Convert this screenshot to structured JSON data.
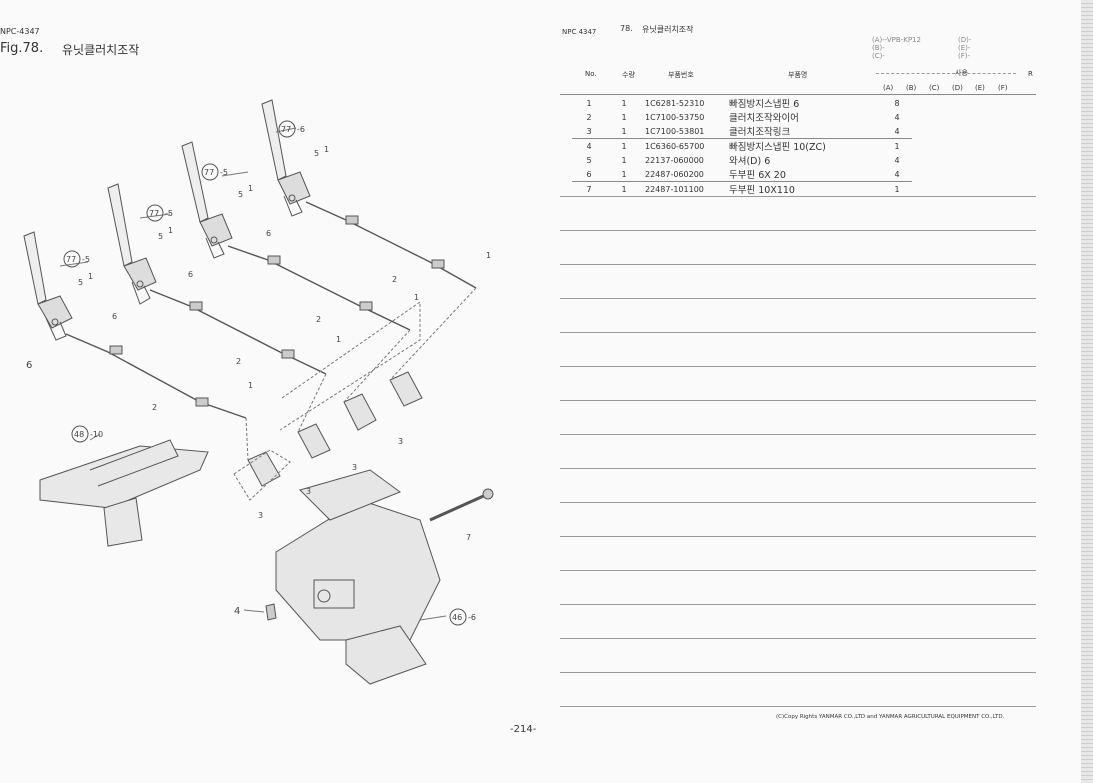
{
  "left_page": {
    "header_code": "NPC-4347",
    "fig_label": "Fig.78.",
    "fig_title": "유닛클러치조작",
    "page_number": "-214-"
  },
  "right_page": {
    "header_code": "NPC 4347",
    "fig_num": "78.",
    "fig_title": "유닛클러치조작",
    "variants_left": [
      "(A)--VPB-KP12",
      "(B)-",
      "(C)-"
    ],
    "variants_right": [
      "(D)-",
      "(E)-",
      "(F)-"
    ],
    "columns": {
      "no": "No.",
      "qty": "수량",
      "code": "부품번호",
      "name": "부품명",
      "usage": "사용",
      "remark": "R",
      "variant_cols": [
        "(A)",
        "(B)",
        "(C)",
        "(D)",
        "(E)",
        "(F)"
      ]
    },
    "rows": [
      {
        "no": "1",
        "qty": "1",
        "code": "1C6281-52310",
        "name": "빠짐방지스냅핀 6",
        "a": "8"
      },
      {
        "no": "2",
        "qty": "1",
        "code": "1C7100-53750",
        "name": "클러치조작와이어",
        "a": "4"
      },
      {
        "no": "3",
        "qty": "1",
        "code": "1C7100-53801",
        "name": "클러치조작링크",
        "a": "4"
      },
      {
        "no": "4",
        "qty": "1",
        "code": "1C6360-65700",
        "name": "빠짐방지스냅핀 10(ZC)",
        "a": "1"
      },
      {
        "no": "5",
        "qty": "1",
        "code": "22137-060000",
        "name": "와셔(D) 6",
        "a": "4"
      },
      {
        "no": "6",
        "qty": "1",
        "code": "22487-060200",
        "name": "두부핀 6X 20",
        "a": "4"
      },
      {
        "no": "7",
        "qty": "1",
        "code": "22487-101100",
        "name": "두부핀 10X110",
        "a": "1"
      }
    ],
    "copyright": "(C)Copy Rights YANMAR CO.,LTD and YANMAR AGRICULTURAL EQUIPMENT CO.,LTD."
  },
  "diagram_labels": {
    "ref_77_5": "77",
    "suffix_5": "-5",
    "suffix_6": "-6",
    "ref_48": "48",
    "suffix_10": "-10",
    "ref_46": "46",
    "n1": "1",
    "n2": "2",
    "n3": "3",
    "n4": "4",
    "n5": "5",
    "n6": "6",
    "n7": "7"
  },
  "colors": {
    "line": "#555555",
    "paper": "#fafafa"
  }
}
